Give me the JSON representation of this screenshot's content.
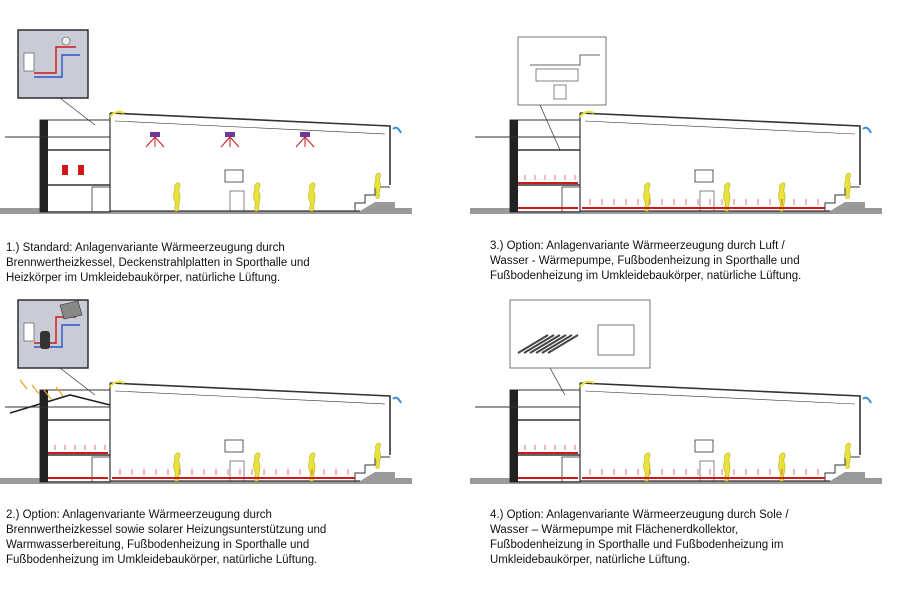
{
  "panels": [
    {
      "id": "standard",
      "caption": [
        "1.) Standard: Anlagenvariante Wärmeerzeugung durch",
        "Brennwertheizkessel, Deckenstrahlplatten in Sporthalle und",
        "Heizkörper im Umkleidebaukörper, natürliche Lüftung."
      ],
      "heating": "ceiling-radiant-panels",
      "inset": "boiler-schematic"
    },
    {
      "id": "air-water-heat-pump",
      "caption": [
        "3.) Option: Anlagenvariante Wärmeerzeugung durch Luft /",
        "Wasser - Wärmepumpe, Fußbodenheizung in Sporthalle und",
        "Fußbodenheizung im Umkleidebaukörper, natürliche Lüftung."
      ],
      "heating": "underfloor-heating",
      "inset": "air-heat-pump-unit"
    },
    {
      "id": "boiler-solar",
      "caption": [
        "2.) Option: Anlagenvariante Wärmeerzeugung durch",
        "Brennwertheizkessel sowie solarer Heizungsunterstützung und",
        "Warmwasserbereitung, Fußbodenheizung in Sporthalle und",
        "Fußbodenheizung im Umkleidebaukörper, natürliche Lüftung."
      ],
      "heating": "underfloor-heating",
      "inset": "boiler-solar-schematic"
    },
    {
      "id": "brine-water-heat-pump",
      "caption": [
        "4.) Option: Anlagenvariante Wärmeerzeugung durch Sole /",
        "Wasser – Wärmepumpe mit Flächenerdkollektor,",
        "Fußbodenheizung in Sporthalle und Fußbodenheizung im",
        "Umkleidebaukörper, natürliche Lüftung."
      ],
      "heating": "underfloor-heating",
      "inset": "ground-collector"
    }
  ],
  "colors": {
    "line": "#333333",
    "ground": "#9a9a9a",
    "heating_red": "#d01818",
    "figure_yellow": "#e8e23a",
    "vent_blue": "#3a8fd6",
    "inset_bg": "#c9ccd6",
    "solar_arrow": "#f0a020"
  }
}
